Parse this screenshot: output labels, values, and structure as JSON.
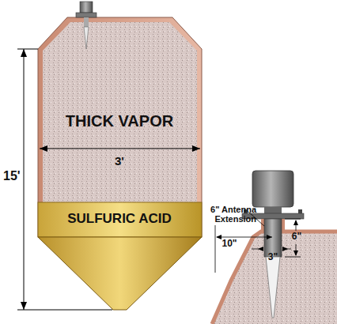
{
  "diagram": {
    "labels": [
      "15'",
      "THICK VAPOR",
      "3'",
      "SULFURIC ACID",
      "6\" Antenna Extension",
      "6\"",
      "3\"",
      "10\""
    ]
  }
}
